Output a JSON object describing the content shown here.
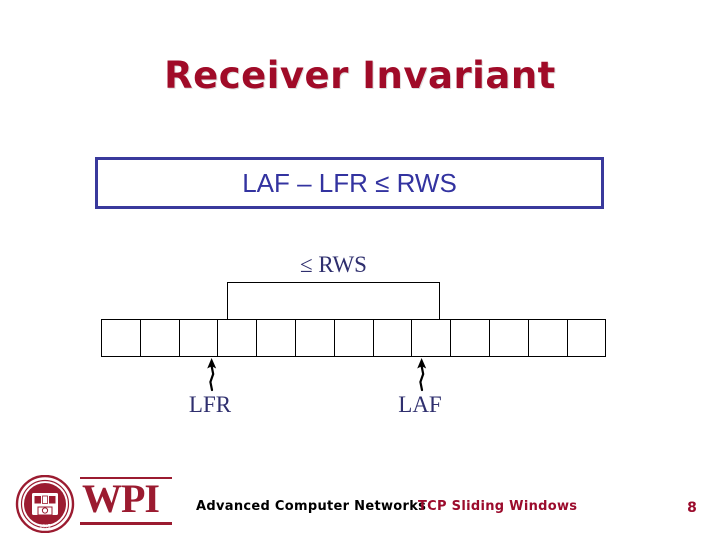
{
  "slide": {
    "title": "Receiver Invariant",
    "page_number": "8"
  },
  "invariant": {
    "formula": "LAF – LFR ≤ RWS"
  },
  "diagram": {
    "window_label": "≤ RWS",
    "cell_count": 13,
    "window_start_cell": 4,
    "window_end_cell": 8,
    "pointers": [
      {
        "name": "lfr",
        "label": "LFR",
        "at_cell_boundary": 3
      },
      {
        "name": "laf",
        "label": "LAF",
        "at_cell_boundary": 8
      }
    ]
  },
  "footer": {
    "course": "Advanced Computer Networks",
    "topic": "TCP Sliding Windows",
    "logo_text": "WPI",
    "logo_seal_outer": "WORCESTER POLYTECHNIC INSTITUTE",
    "logo_seal_year": "1865"
  },
  "colors": {
    "title_red": "#A00B28",
    "box_blue": "#39399C",
    "text_blue": "#3333A0",
    "serif_navy": "#2F2F6E",
    "wpi_crimson": "#9B1B30",
    "footer_red": "#9B0B2C",
    "stroke_black": "#000000"
  }
}
